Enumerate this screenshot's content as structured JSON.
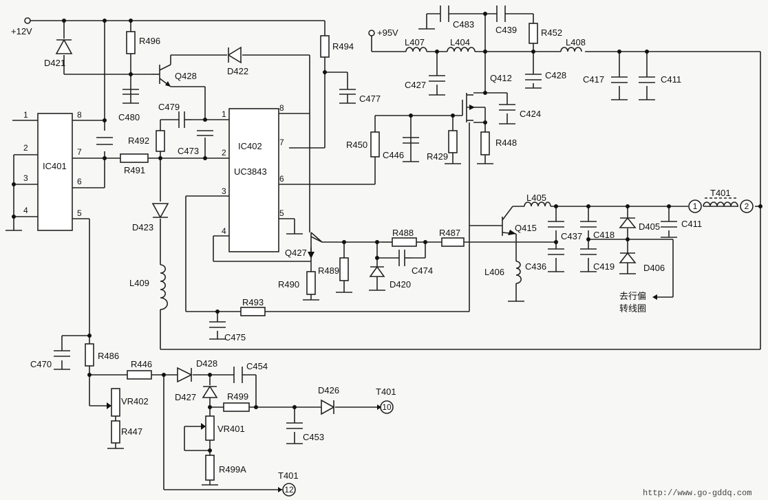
{
  "supplies": {
    "v12": "+12V",
    "v95": "+95V"
  },
  "ics": {
    "ic401": {
      "name": "IC401",
      "pins": [
        "1",
        "2",
        "3",
        "4",
        "5",
        "6",
        "7",
        "8"
      ]
    },
    "ic402": {
      "name": "IC402",
      "part": "UC3843",
      "pins": [
        "1",
        "2",
        "3",
        "4",
        "5",
        "6",
        "7",
        "8"
      ]
    }
  },
  "resistors": {
    "r496": "R496",
    "r494": "R494",
    "r492": "R492",
    "r491": "R491",
    "r450": "R450",
    "r429": "R429",
    "r448": "R448",
    "r452": "R452",
    "r488": "R488",
    "r487": "R487",
    "r489": "R489",
    "r490": "R490",
    "r493": "R493",
    "r486": "R486",
    "r446": "R446",
    "r447": "R447",
    "r499": "R499",
    "r499a": "R499A"
  },
  "capacitors": {
    "c480": "C480",
    "c479": "C479",
    "c473": "C473",
    "c477": "C477",
    "c483": "C483",
    "c439": "C439",
    "c427": "C427",
    "c428": "C428",
    "c417": "C417",
    "c411a": "C411",
    "c411b": "C411",
    "c424": "C424",
    "c446": "C446",
    "c437": "C437",
    "c418": "C418",
    "c436": "C436",
    "c419": "C419",
    "c474": "C474",
    "c475": "C475",
    "c470": "C470",
    "c454": "C454",
    "c453": "C453"
  },
  "diodes": {
    "d421": "D421",
    "d422": "D422",
    "d423": "D423",
    "d405": "D405",
    "d406": "D406",
    "d420": "D420",
    "d428": "D428",
    "d427": "D427",
    "d426": "D426"
  },
  "transistors": {
    "q428": "Q428",
    "q412": "Q412",
    "q427": "Q427",
    "q415": "Q415"
  },
  "inductors": {
    "l407": "L407",
    "l404": "L404",
    "l408": "L408",
    "l405": "L405",
    "l406": "L406",
    "l409": "L409"
  },
  "potentiometers": {
    "vr402": "VR402",
    "vr401": "VR401"
  },
  "transformer": {
    "name": "T401",
    "pin1": "1",
    "pin2": "2",
    "pin10": "10",
    "pin12": "12"
  },
  "annotations": {
    "deflection_line1": "去行偏",
    "deflection_line2": "转线圈"
  },
  "watermark": "http://www.go-gddq.com"
}
